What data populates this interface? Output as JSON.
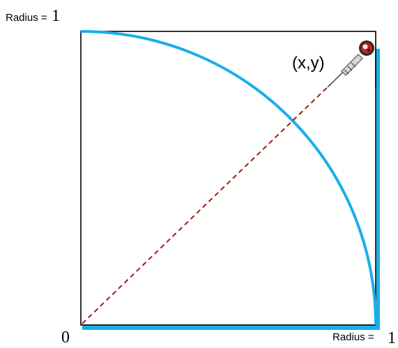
{
  "labels": {
    "top_radius_prefix": "Radius =",
    "top_radius_value": "1",
    "origin": "0",
    "point": "(x,y)",
    "bottom_radius_prefix": "Radius =",
    "bottom_radius_value": "1"
  },
  "colors": {
    "arc": "#1aaee8",
    "edge_highlight": "#1aaee8",
    "square": "#000000",
    "diagonal": "#9e1b10",
    "dart_head": "#c41e1e",
    "dart_shaft": "#555555"
  },
  "icons": {
    "dart": "dart-icon"
  }
}
